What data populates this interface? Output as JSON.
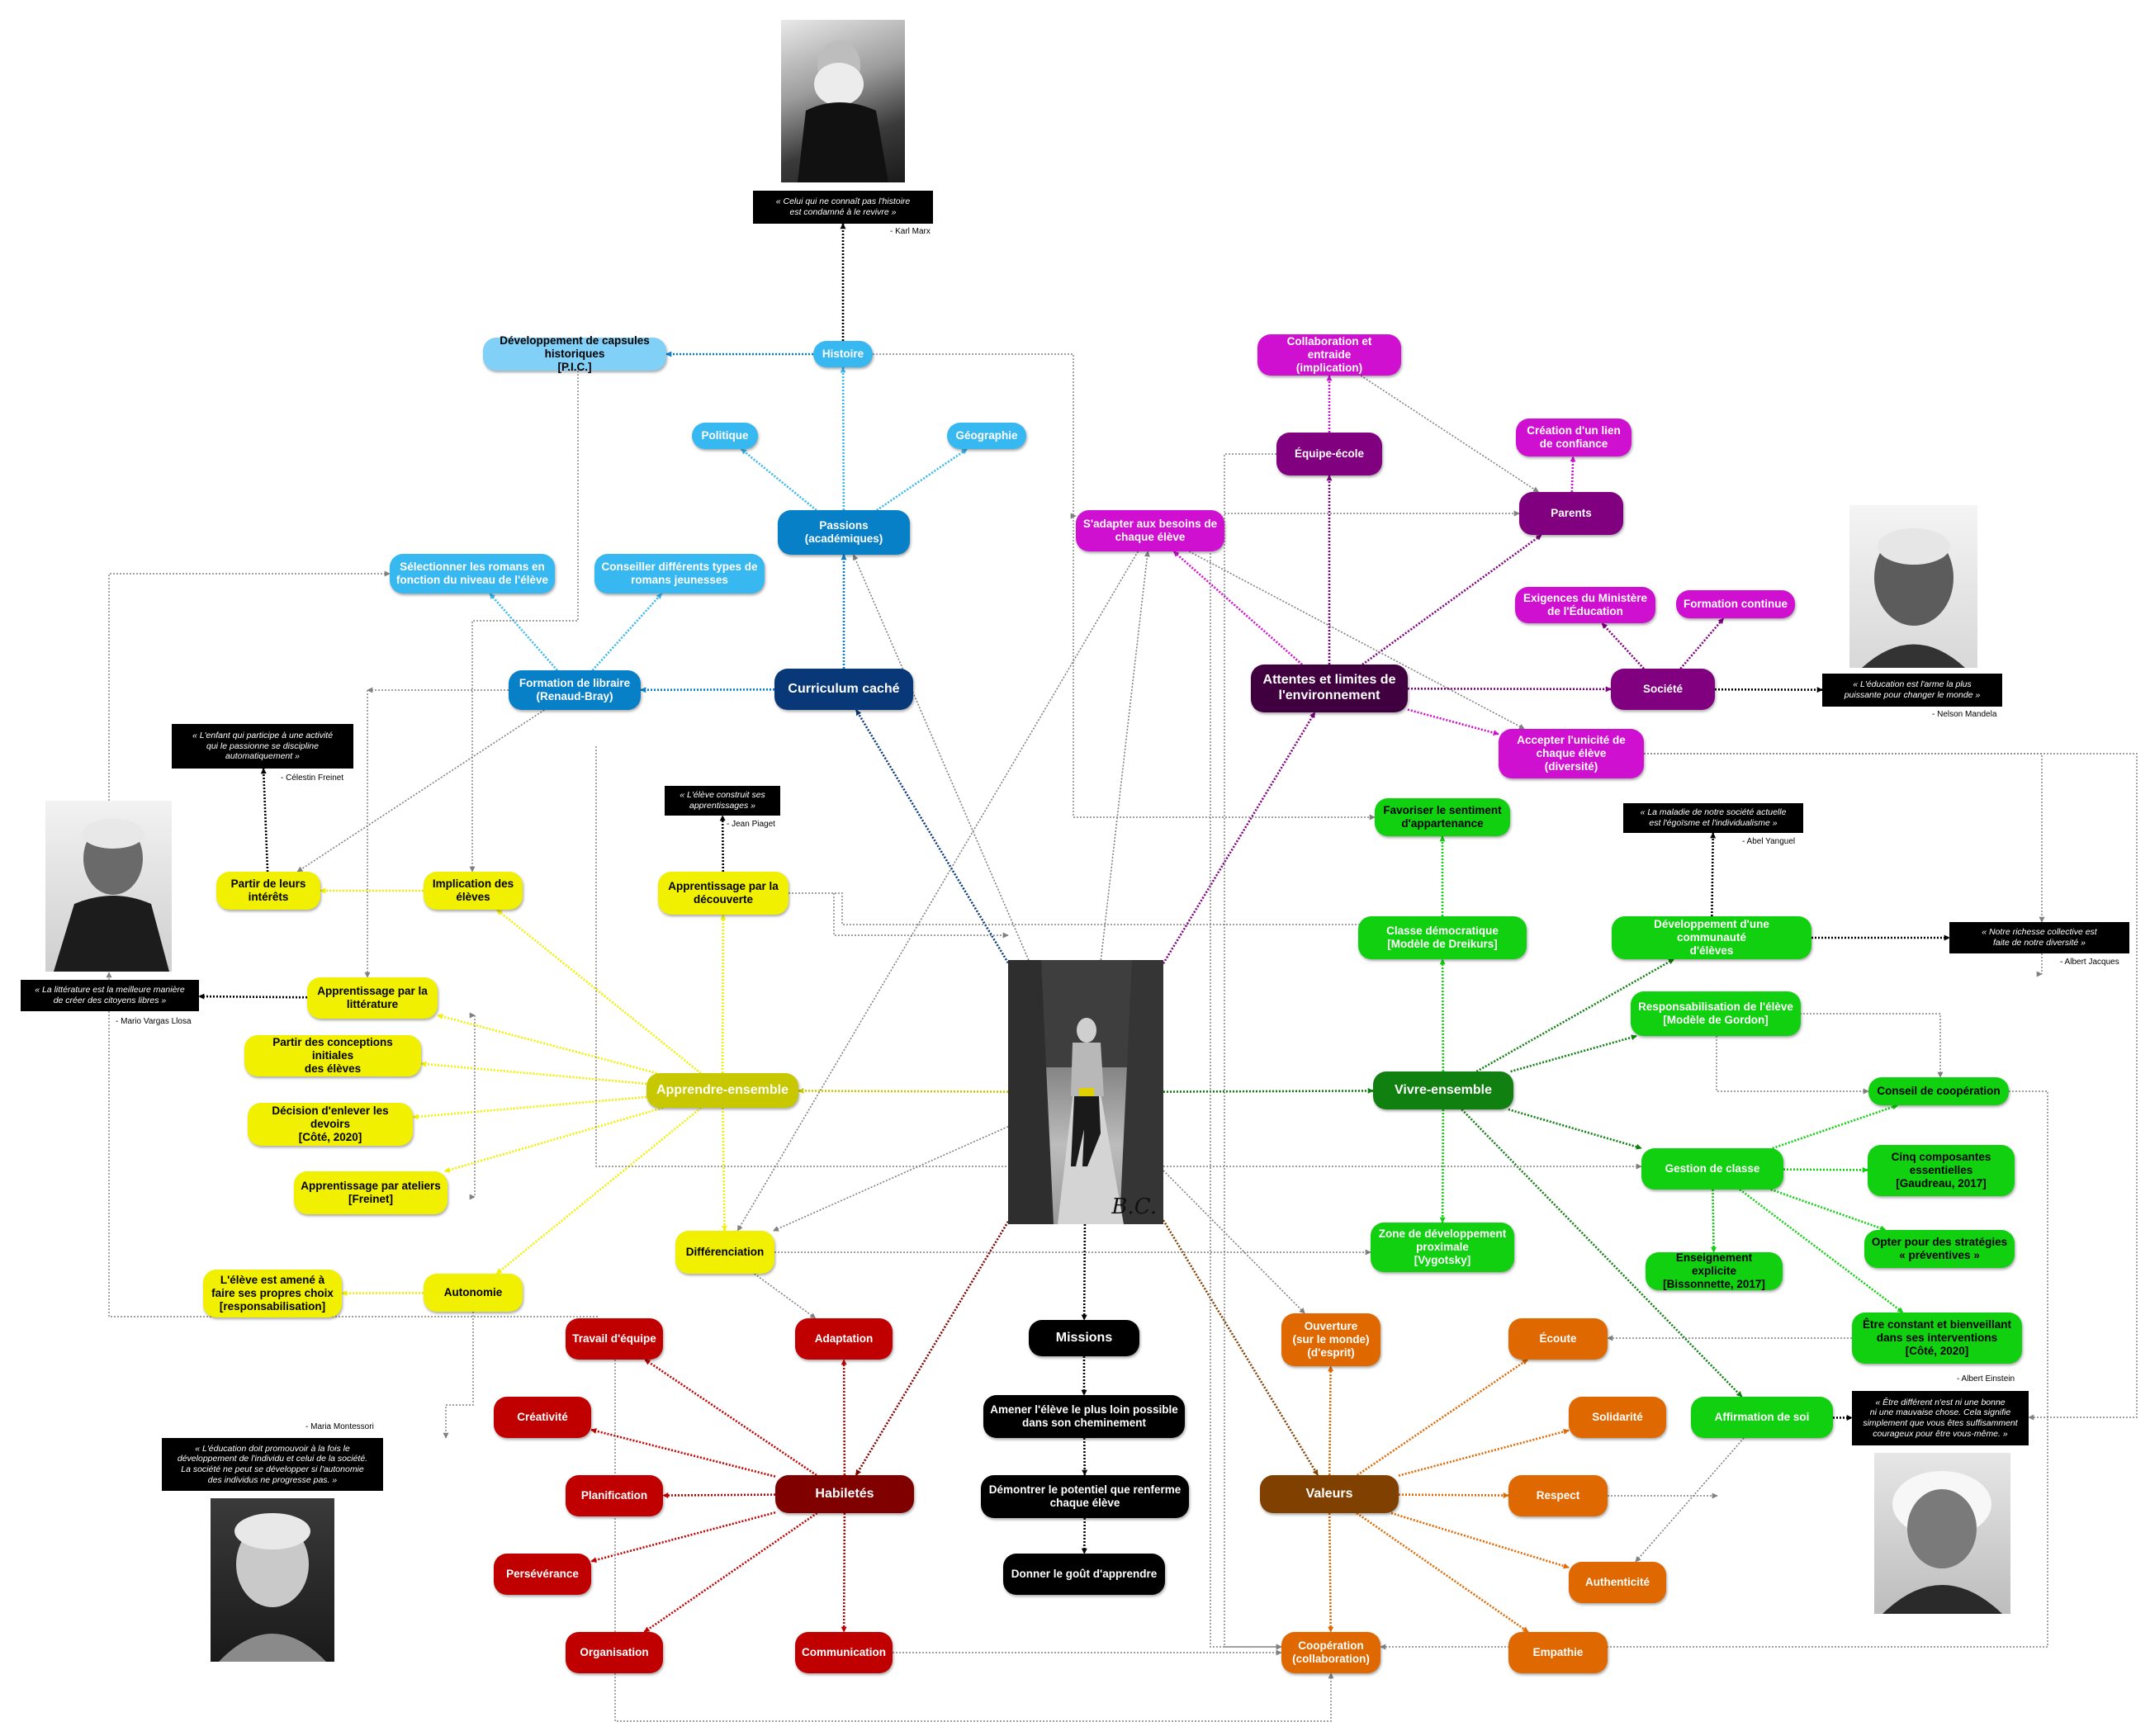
{
  "colors": {
    "lightblue": "#80d0f8",
    "skyblue": "#38b8f0",
    "blue": "#0880c8",
    "darkblue": "#083878",
    "magenta": "#d010d0",
    "purple": "#800080",
    "darkpurple": "#400040",
    "green": "#10d010",
    "darkgreen": "#108010",
    "yellow": "#f0f000",
    "olive": "#c8c800",
    "red": "#c00000",
    "darkred": "#800000",
    "orange": "#e06800",
    "brown": "#804000",
    "black": "#000000"
  },
  "nodes": {
    "capsules": "Développement de capsules historiques\n[P.I.C.]",
    "histoire": "Histoire",
    "politique": "Politique",
    "geographie": "Géographie",
    "passions": "Passions\n(académiques)",
    "selectionner": "Sélectionner les romans en\nfonction du niveau de l'élève",
    "conseiller": "Conseiller différents types de\nromans jeunesses",
    "formation_libraire": "Formation de libraire\n(Renaud-Bray)",
    "curriculum": "Curriculum caché",
    "collaboration_entraide": "Collaboration et entraide\n(implication)",
    "equipe_ecole": "Équipe-école",
    "creation_lien": "Création d'un lien\nde confiance",
    "parents": "Parents",
    "sadapter": "S'adapter aux besoins de\nchaque élève",
    "exigences": "Exigences du Ministère\nde l'Éducation",
    "formation_continue": "Formation continue",
    "attentes": "Attentes et limites de\nl'environnement",
    "societe": "Société",
    "accepter": "Accepter l'unicité de\nchaque élève\n(diversité)",
    "favoriser": "Favoriser le sentiment\nd'appartenance",
    "partir_interets": "Partir de leurs\nintérêts",
    "implication_eleves": "Implication des\nélèves",
    "apprentissage_decouverte": "Apprentissage par la\ndécouverte",
    "classe_democratique": "Classe démocratique\n[Modèle de Dreikurs]",
    "developpement_communaute": "Développement d'une communauté\nd'élèves",
    "apprentissage_litterature": "Apprentissage par la\nlittérature",
    "responsabilisation": "Responsabilisation de l'élève\n[Modèle de Gordon]",
    "partir_conceptions": "Partir des conceptions initiales\ndes élèves",
    "apprendre_ensemble": "Apprendre-ensemble",
    "vivre_ensemble": "Vivre-ensemble",
    "conseil_cooperation": "Conseil de coopération",
    "decision_devoirs": "Décision d'enlever les devoirs\n[Côté, 2020]",
    "gestion_classe": "Gestion de classe",
    "cinq_composantes": "Cinq composantes\nessentielles\n[Gaudreau, 2017]",
    "apprentissage_ateliers": "Apprentissage par ateliers\n[Freinet]",
    "differenciation": "Différenciation",
    "zone_developpement": "Zone de développement\nproximale\n[Vygotsky]",
    "opter_strategies": "Opter pour des stratégies\n« préventives »",
    "enseignement_explicite": "Enseignement explicite\n[Bissonnette, 2017]",
    "eleve_amene": "L'élève est amené à\nfaire ses propres choix\n[responsabilisation]",
    "autonomie": "Autonomie",
    "travail_equipe": "Travail d'équipe",
    "adaptation": "Adaptation",
    "missions": "Missions",
    "ouverture": "Ouverture\n(sur le monde)\n(d'esprit)",
    "ecoute": "Écoute",
    "etre_constant": "Être constant et bienveillant\ndans ses interventions\n[Côté, 2020]",
    "creativite": "Créativité",
    "amener_eleve": "Amener l'élève le plus loin possible\ndans son cheminement",
    "solidarite": "Solidarité",
    "affirmation": "Affirmation de soi",
    "planification": "Planification",
    "habiletes": "Habiletés",
    "demontrer": "Démontrer le potentiel que renferme\nchaque élève",
    "valeurs": "Valeurs",
    "respect": "Respect",
    "perseverance": "Persévérance",
    "donner_gout": "Donner le goût d'apprendre",
    "authenticite": "Authenticité",
    "organisation": "Organisation",
    "communication": "Communication",
    "cooperation": "Coopération\n(collaboration)",
    "empathie": "Empathie"
  },
  "quotes": {
    "marx": {
      "text": "« Celui qui ne connaît pas l'histoire\nest condamné à le revivre »",
      "author": "- Karl Marx"
    },
    "freinet": {
      "text": "« L'enfant qui participe à une activité\nqui le passionne se discipline\nautomatiquement »",
      "author": "- Célestin Freinet"
    },
    "piaget": {
      "text": "« L'élève construit ses\napprentissages »",
      "author": "- Jean Piaget"
    },
    "mandela": {
      "text": "« L'éducation est l'arme la plus\npuissante pour changer le monde »",
      "author": "- Nelson Mandela"
    },
    "yanguel": {
      "text": "« La maladie de notre société actuelle\nest l'égoïsme et l'individualisme »",
      "author": "- Abel Yanguel"
    },
    "jacques": {
      "text": "« Notre richesse collective est\nfaite de notre diversité »",
      "author": "- Albert Jacques"
    },
    "llosa": {
      "text": "« La littérature est la meilleure manière\nde créer des citoyens libres »",
      "author": "- Mario Vargas Llosa"
    },
    "montessori": {
      "text": "« L'éducation doit promouvoir à la fois le\ndéveloppement de l'individu et celui de la société.\nLa société ne peut se développer si l'autonomie\ndes individus ne progresse pas. »",
      "author": "- Maria Montessori"
    },
    "einstein": {
      "text": "« Être différent n'est ni une bonne\nni une mauvaise chose. Cela signifie\nsimplement que vous êtes suffisamment\ncourageux pour être vous-même. »",
      "author": "- Albert Einstein"
    }
  },
  "signature": "B.C.",
  "icons": {
    "marx_photo": "portrait-photo",
    "mandela_photo": "portrait-photo",
    "llosa_photo": "portrait-photo",
    "montessori_photo": "portrait-photo",
    "einstein_photo": "portrait-photo",
    "center_photo": "runner-photo"
  }
}
